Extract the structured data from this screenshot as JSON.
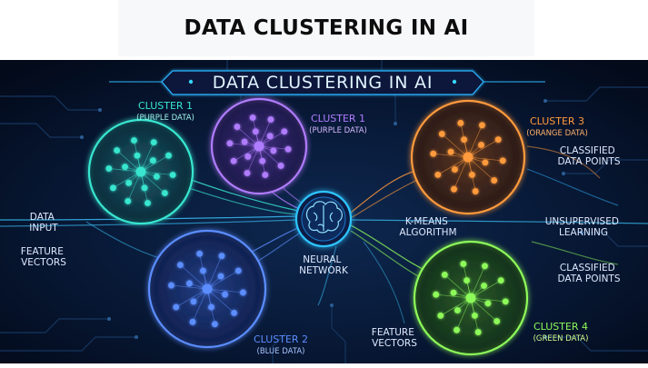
{
  "page_title": "DATA CLUSTERING IN AI",
  "banner_title": "DATA CLUSTERING IN AI",
  "clusters": [
    {
      "title": "CLUSTER 1",
      "subtitle": "(PURPLE DATA)",
      "color": "#39e6d0"
    },
    {
      "title": "CLUSTER 1",
      "subtitle": "(PURPLE DATA)",
      "color": "#b07cff"
    },
    {
      "title": "CLUSTER 3",
      "subtitle": "(ORANGE DATA)",
      "color": "#ff9a3c"
    },
    {
      "title": "CLUSTER 2",
      "subtitle": "(BLUE DATA)",
      "color": "#5b8dff"
    },
    {
      "title": "CLUSTER 4",
      "subtitle": "(GREEN DATA)",
      "color": "#8dfa5a"
    }
  ],
  "labels": {
    "data_input": [
      "DATA",
      "INPUT"
    ],
    "feature_vectors_left": [
      "FEATURE",
      "VECTORS"
    ],
    "neural_network": [
      "NEURAL",
      "NETWORK"
    ],
    "kmeans": [
      "K-MEANS",
      "ALGORITHM"
    ],
    "unsupervised": [
      "UNSUPERVISED",
      "LEARNING"
    ],
    "classified_top": [
      "CLASSIFIED",
      "DATA POINTS"
    ],
    "classified_bottom": [
      "CLASSIFIED",
      "DATA POINTS"
    ],
    "feature_vectors_bottom": [
      "FEATURE",
      "VECTORS"
    ]
  },
  "colors": {
    "background": "#06122a",
    "circuit": "#16365f",
    "text": "#dfeaff",
    "accent_cyan": "#37d6ff",
    "orange_text": "#ffb06a",
    "green_text": "#d7ff8f"
  }
}
